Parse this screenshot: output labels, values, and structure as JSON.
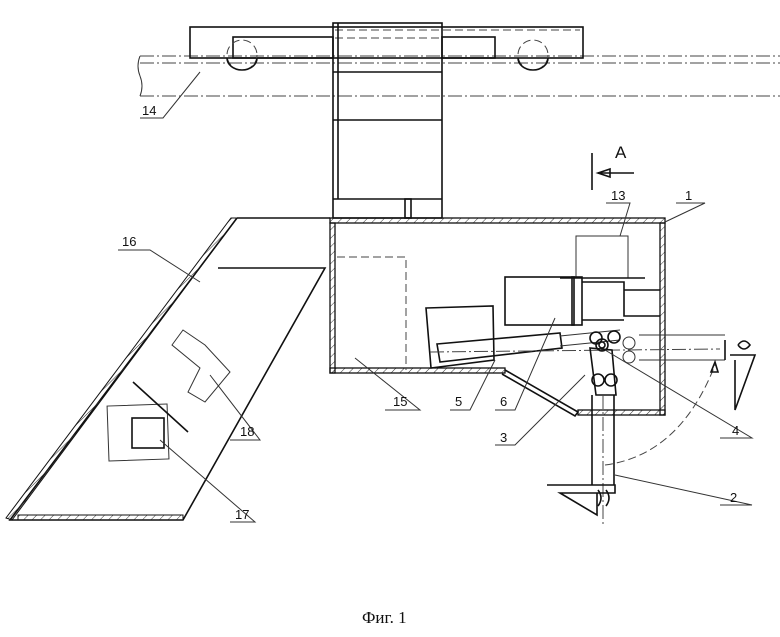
{
  "figure": {
    "caption": "Фиг. 1",
    "view_label": "A",
    "labels": {
      "l1": "1",
      "l2": "2",
      "l3": "3",
      "l4": "4",
      "l5": "5",
      "l6": "6",
      "l13": "13",
      "l14": "14",
      "l15": "15",
      "l16": "16",
      "l17": "17",
      "l18": "18"
    }
  }
}
